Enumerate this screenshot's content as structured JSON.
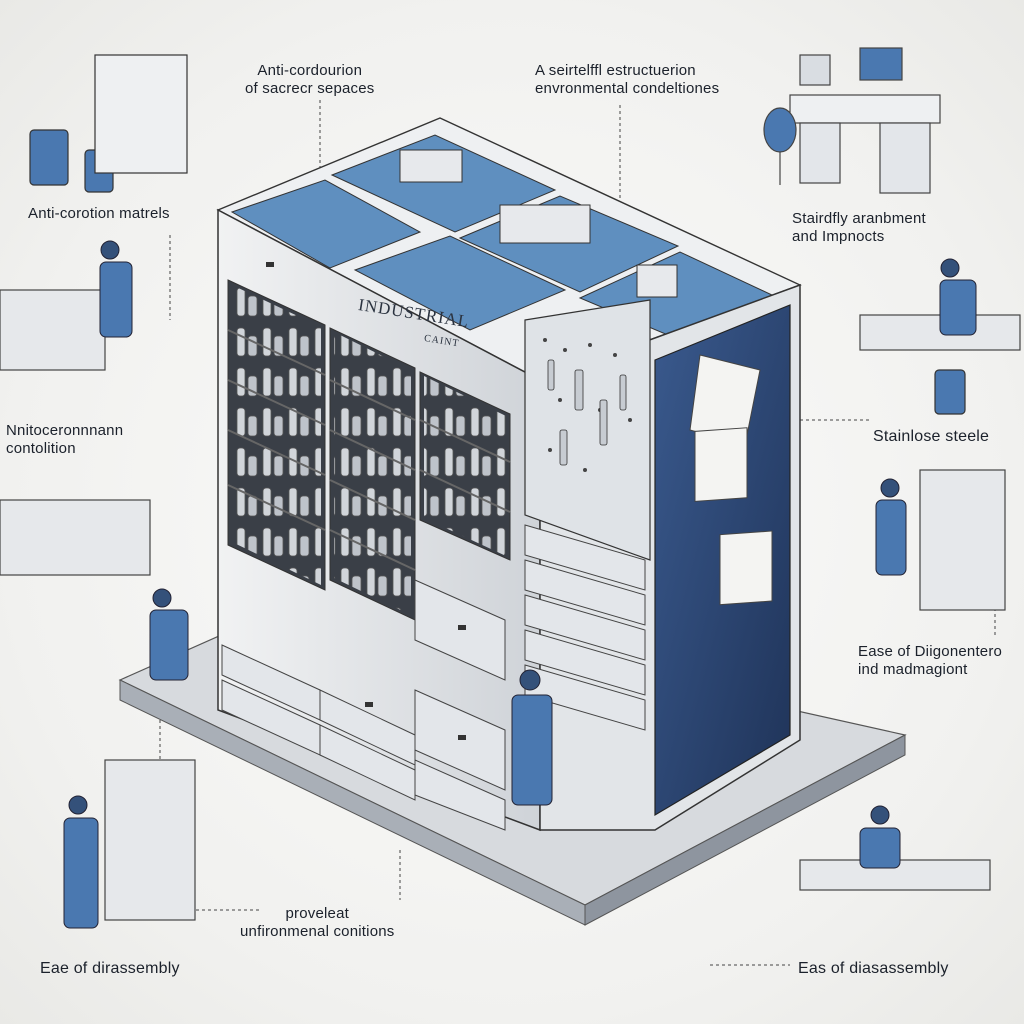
{
  "labels": {
    "top_center_left": [
      "Anti-cordourion",
      "of sacrecr sepaces"
    ],
    "top_center_right": [
      "A seirtelffl estructuerion",
      "envronmental condeltiones"
    ],
    "left_top": [
      "Anti-corotion matrels"
    ],
    "left_mid": [
      "Nnitoceronnnann",
      "contolition"
    ],
    "right_top": [
      "Stairdfly aranbment",
      "and Impnocts"
    ],
    "right_mid": [
      "Stainlose steele"
    ],
    "right_lower": [
      "Ease of Diigonentero",
      "ind madmagiont"
    ],
    "bottom_center": [
      "proveleat",
      "unfironmenal conitions"
    ],
    "bottom_left": [
      "Eae of dirassembly"
    ],
    "bottom_right": [
      "Eas of diasassembly"
    ]
  },
  "cabinet": {
    "title": "INDUSTRIAL",
    "subtitle": "CAINT"
  },
  "colors": {
    "accent_blue": "#5f8fbf",
    "panel_blue": "#2f4a78",
    "metal": "#e6e8ea",
    "ink": "#1b212b"
  },
  "icons": [
    "worker-icon",
    "workstation-icon",
    "computer-desk-icon",
    "barrel-icon",
    "tool-pegboard-icon",
    "document-icon"
  ]
}
